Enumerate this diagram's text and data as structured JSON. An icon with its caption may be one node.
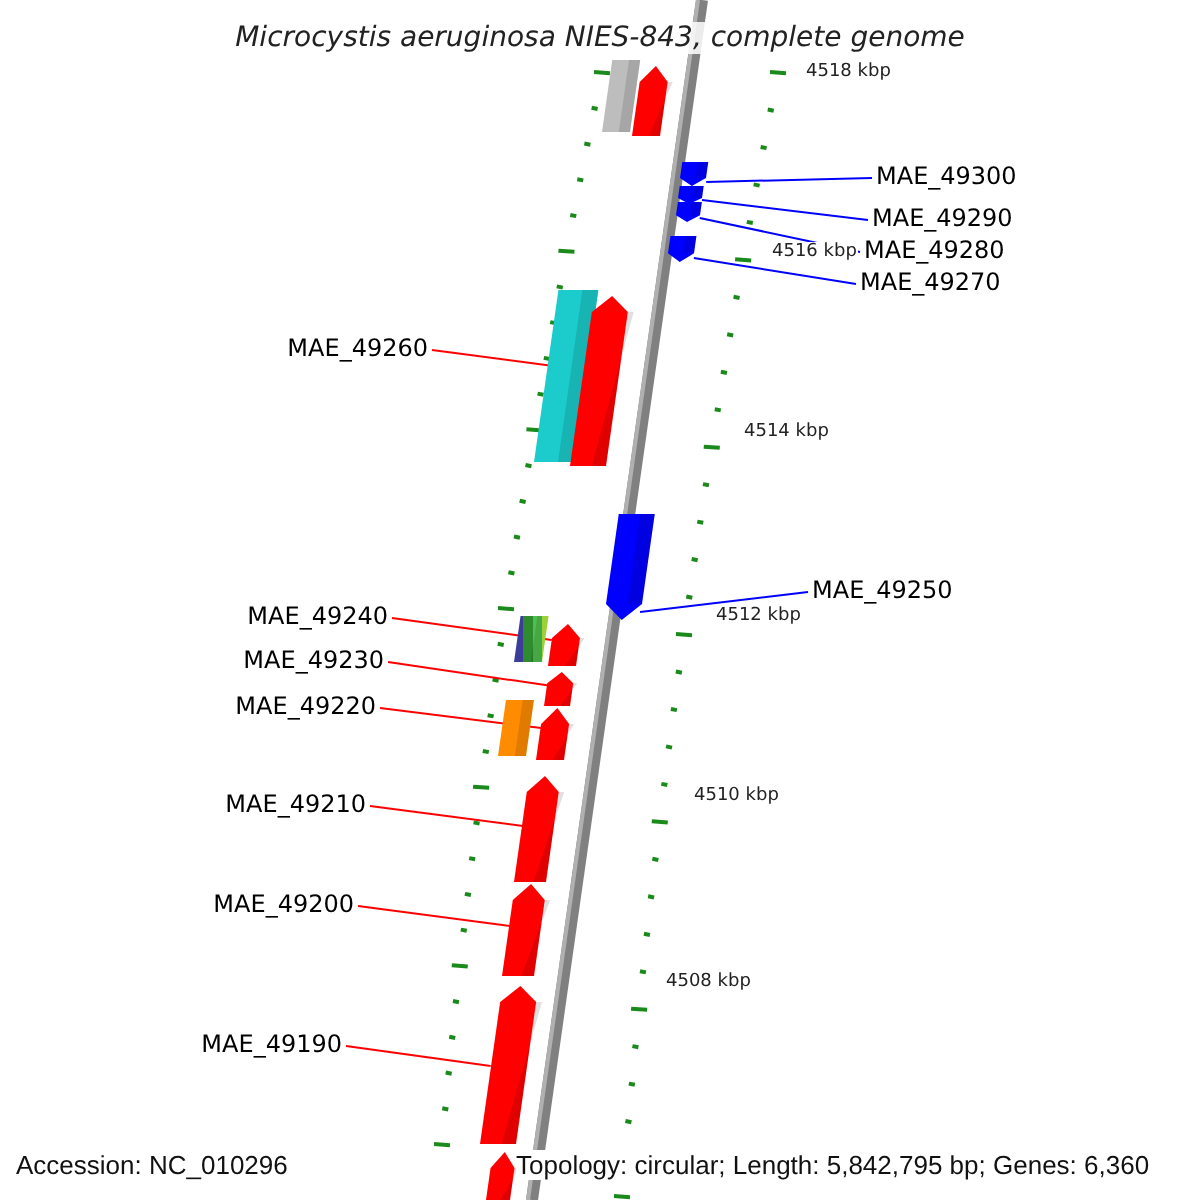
{
  "diagram": {
    "title": "Microcystis aeruginosa NIES-843, complete genome",
    "nodes": [
      {
        "text": [],
        "shape": "bar"
      },
      {
        "text": [],
        "shape": "pentagon"
      },
      {
        "text": [
          "MAE_49300"
        ]
      },
      {
        "text": [],
        "shape": "pentagon"
      },
      {
        "text": [
          "MAE_49290"
        ]
      },
      {
        "text": [],
        "shape": "pentagon"
      },
      {
        "text": [
          "MAE_49280"
        ]
      },
      {
        "text": [],
        "shape": "pentagon"
      },
      {
        "text": [
          "MAE_49270"
        ]
      },
      {
        "text": [],
        "shape": "pentagon"
      },
      {
        "text": [
          "MAE_49260"
        ]
      },
      {
        "text": [],
        "shape": "bar"
      },
      {
        "text": [],
        "shape": "pentagon"
      },
      {
        "text": [],
        "shape": "pentagon"
      },
      {
        "text": [
          "MAE_49250"
        ]
      },
      {
        "text": [
          "MAE_49240"
        ]
      },
      {
        "text": [],
        "shape": "bar"
      },
      {
        "text": [],
        "shape": "pentagon"
      },
      {
        "text": [
          "MAE_49230"
        ]
      },
      {
        "text": [],
        "shape": "pentagon"
      },
      {
        "text": [
          "MAE_49220"
        ]
      },
      {
        "text": [],
        "shape": "bar"
      },
      {
        "text": [],
        "shape": "pentagon"
      },
      {
        "text": [
          "MAE_49210"
        ]
      },
      {
        "text": [],
        "shape": "pentagon"
      },
      {
        "text": [
          "MAE_49200"
        ]
      },
      {
        "text": [],
        "shape": "pentagon"
      },
      {
        "text": [
          "MAE_49190"
        ]
      },
      {
        "text": [],
        "shape": "pentagon"
      },
      {
        "text": [],
        "shape": "pentagon"
      }
    ],
    "edges": [
      {
        "from": 2,
        "to": 3,
        "arrow": "none",
        "color": "#0000ff"
      },
      {
        "from": 4,
        "to": 5,
        "arrow": "none",
        "color": "#0000ff"
      },
      {
        "from": 6,
        "to": 7,
        "arrow": "none",
        "color": "#0000ff"
      },
      {
        "from": 8,
        "to": 9,
        "arrow": "none",
        "color": "#0000ff"
      },
      {
        "from": 10,
        "to": 12,
        "arrow": "none"
      },
      {
        "from": 14,
        "to": 13,
        "arrow": "none",
        "color": "#0000ff"
      },
      {
        "from": 15,
        "to": 17,
        "arrow": "none"
      },
      {
        "from": 18,
        "to": 19,
        "arrow": "none"
      },
      {
        "from": 20,
        "to": 22,
        "arrow": "none"
      },
      {
        "from": 23,
        "to": 24,
        "arrow": "none"
      },
      {
        "from": 25,
        "to": 26,
        "arrow": "none"
      },
      {
        "from": 27,
        "to": 28,
        "arrow": "none"
      }
    ],
    "labels": [
      "4518 kbp",
      "4516 kbp",
      "4514 kbp",
      "4512 kbp",
      "4510 kbp",
      "4508 kbp",
      "Accession: NC_010296",
      "Topology: circular; Length: 5,842,795 bp; Genes: 6,360"
    ]
  }
}
